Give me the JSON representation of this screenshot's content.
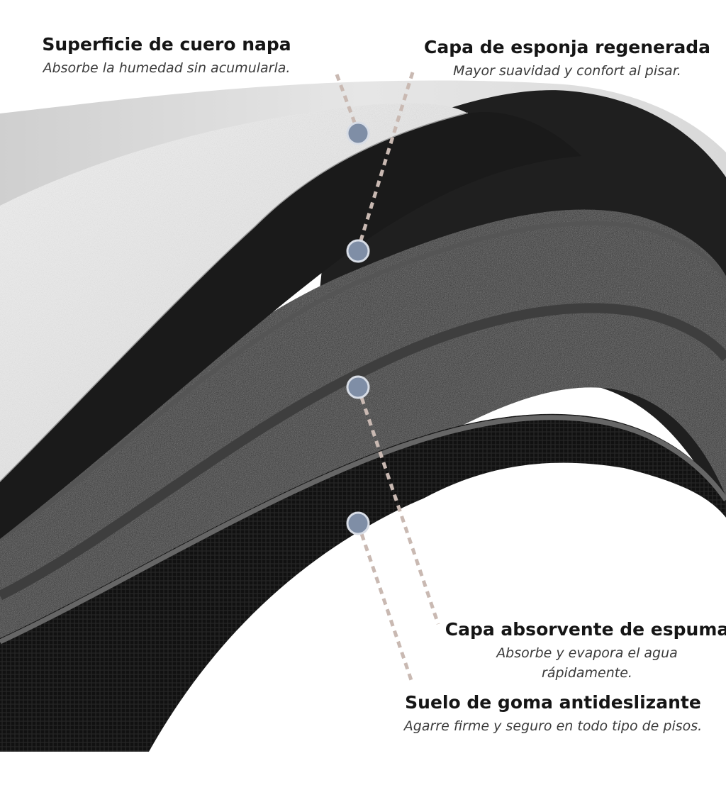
{
  "layers": [
    {
      "title": "Superficie de cuero napa",
      "description": "Absorbe la humedad sin acumularla."
    },
    {
      "title": "Capa de esponja regenerada",
      "description": "Mayor suavidad y confort al pisar."
    },
    {
      "title": "Capa absorvente de espuma",
      "description": "Absorbe y evapora el agua rápidamente."
    },
    {
      "title": "Suelo de goma antideslizante",
      "description": "Agarre firme y seguro en todo tipo de pisos."
    }
  ],
  "colors": {
    "leather": "#e9e9e9",
    "sponge": "#1c1c1c",
    "foam": "#262626",
    "rubber": "#141414",
    "edge": "#5a5a5a",
    "marker": "#7f8ea6",
    "leader": "#c9b9b2"
  }
}
